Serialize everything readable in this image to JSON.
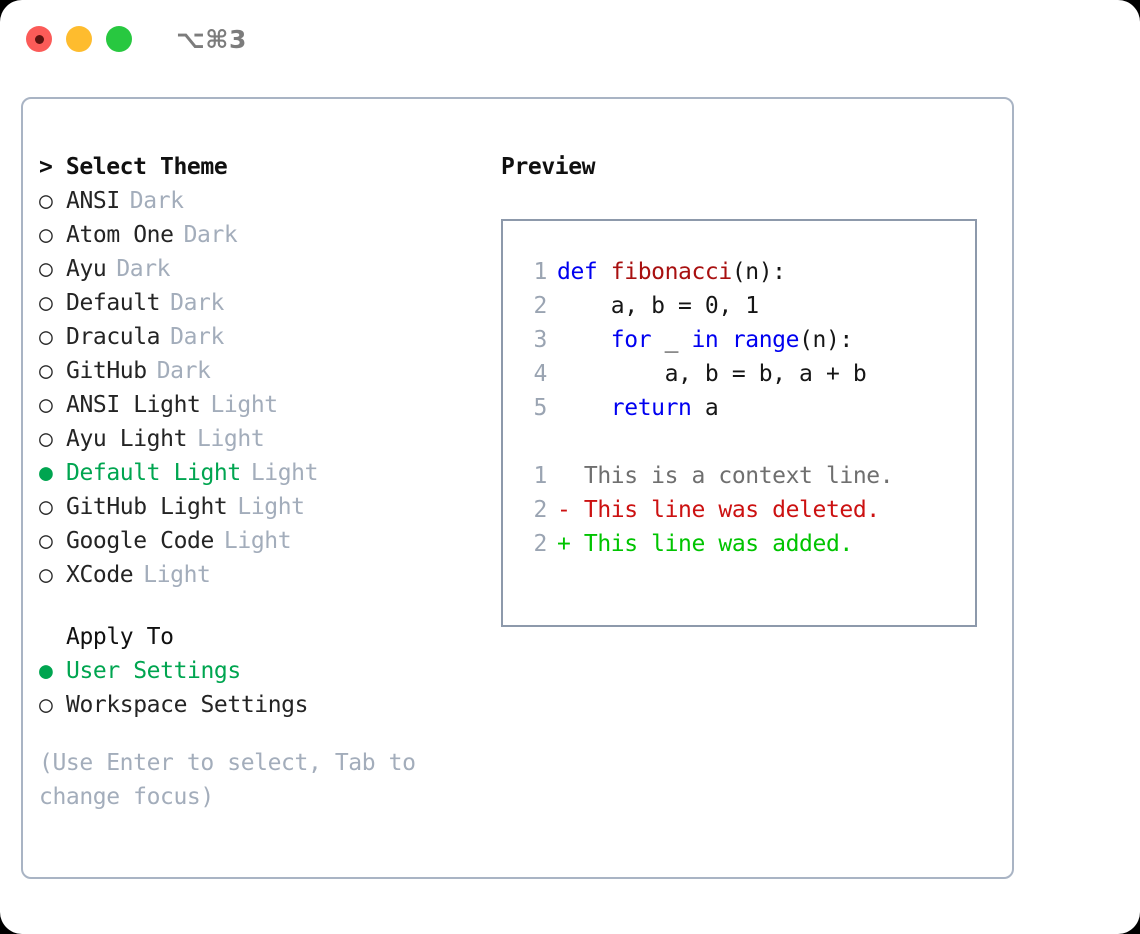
{
  "window": {
    "title": "⌥⌘3",
    "lights": [
      "close-red",
      "minimize-amber",
      "maximize-green"
    ]
  },
  "left": {
    "heading": "> Select Theme",
    "theme_marker_selected": "●",
    "theme_marker_unselected": "○",
    "themes": [
      {
        "name": "ANSI",
        "tag": "Dark",
        "selected": false
      },
      {
        "name": "Atom One",
        "tag": "Dark",
        "selected": false
      },
      {
        "name": "Ayu",
        "tag": "Dark",
        "selected": false
      },
      {
        "name": "Default",
        "tag": "Dark",
        "selected": false
      },
      {
        "name": "Dracula",
        "tag": "Dark",
        "selected": false
      },
      {
        "name": "GitHub",
        "tag": "Dark",
        "selected": false
      },
      {
        "name": "ANSI Light",
        "tag": "Light",
        "selected": false
      },
      {
        "name": "Ayu Light",
        "tag": "Light",
        "selected": false
      },
      {
        "name": "Default Light",
        "tag": "Light",
        "selected": true
      },
      {
        "name": "GitHub Light",
        "tag": "Light",
        "selected": false
      },
      {
        "name": "Google Code",
        "tag": "Light",
        "selected": false
      },
      {
        "name": "XCode",
        "tag": "Light",
        "selected": false
      }
    ],
    "apply_to_heading": "Apply To",
    "apply_to": [
      {
        "name": "User Settings",
        "selected": true
      },
      {
        "name": "Workspace Settings",
        "selected": false
      }
    ],
    "hint": "(Use Enter to select, Tab to change focus)"
  },
  "right": {
    "heading": "Preview",
    "code": [
      {
        "num": "1",
        "tokens": [
          {
            "t": "def ",
            "c": "kw"
          },
          {
            "t": "fibonacci",
            "c": "fn"
          },
          {
            "t": "(n):",
            "c": "txt"
          }
        ]
      },
      {
        "num": "2",
        "tokens": [
          {
            "t": "    a, b = 0, 1",
            "c": "txt"
          }
        ]
      },
      {
        "num": "3",
        "tokens": [
          {
            "t": "    ",
            "c": "txt"
          },
          {
            "t": "for",
            "c": "kw"
          },
          {
            "t": " _ ",
            "c": "txt"
          },
          {
            "t": "in",
            "c": "kw"
          },
          {
            "t": " ",
            "c": "txt"
          },
          {
            "t": "range",
            "c": "kw"
          },
          {
            "t": "(n):",
            "c": "txt"
          }
        ]
      },
      {
        "num": "4",
        "tokens": [
          {
            "t": "        a, b = b, a + b",
            "c": "txt"
          }
        ]
      },
      {
        "num": "5",
        "tokens": [
          {
            "t": "    ",
            "c": "txt"
          },
          {
            "t": "return",
            "c": "kw"
          },
          {
            "t": " a",
            "c": "txt"
          }
        ]
      }
    ],
    "diff": [
      {
        "num": "1",
        "text": "  This is a context line.",
        "kind": "ctx"
      },
      {
        "num": "2",
        "text": "- This line was deleted.",
        "kind": "del"
      },
      {
        "num": "2",
        "text": "+ This line was added.",
        "kind": "add"
      }
    ]
  },
  "colors": {
    "accent_green": "#00a550",
    "muted": "#a3adbb",
    "keyword_blue": "#0000f0",
    "function_red": "#a81010",
    "diff_deleted": "#cc1111",
    "diff_added": "#00c400",
    "panel_border": "#a9b4c4",
    "preview_border": "#8d99ab"
  }
}
